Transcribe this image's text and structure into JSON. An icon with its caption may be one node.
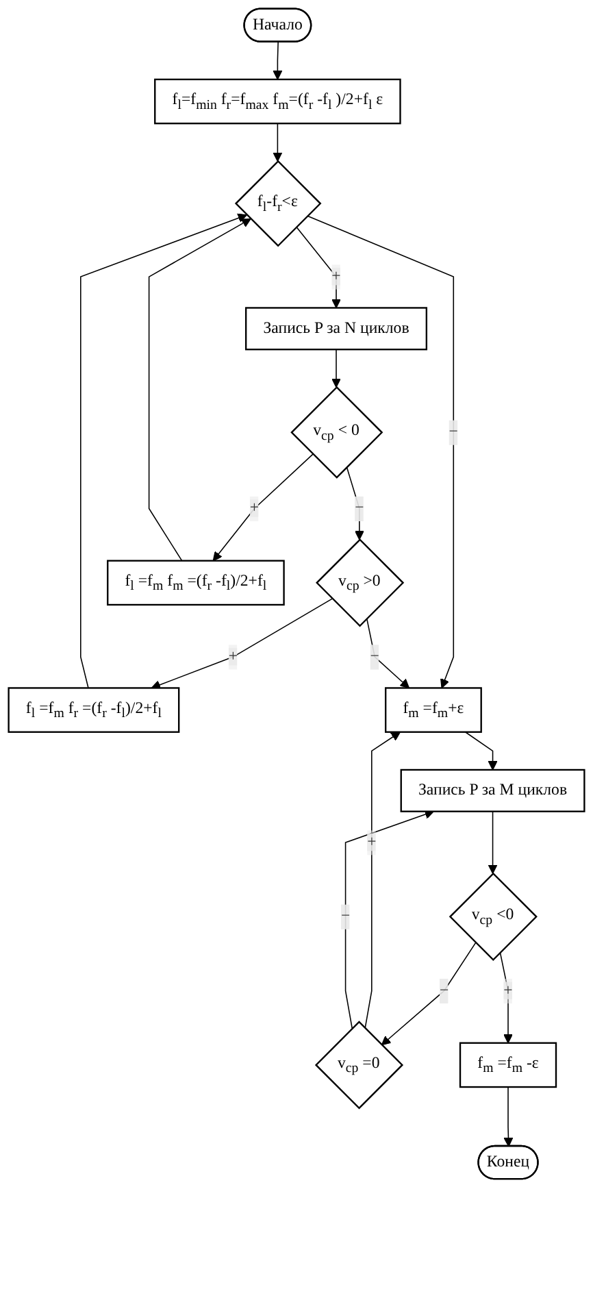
{
  "diagram": {
    "nodes": [
      {
        "text": [
          "Начало"
        ]
      },
      {
        "text": [
          "f$_{l}$=f$_{min}$ f$_{r}$=f$_{max}$ f$_{m}$=(f$_{r}$ -f$_{l}$ )/2+f$_{l}$ ε"
        ]
      },
      {
        "text": [
          "f$_{l}$-f$_{r}$<ε"
        ]
      },
      {
        "text": [
          "Запись P за N циклов"
        ]
      },
      {
        "text": [
          "v$_{cp}$ < 0"
        ]
      },
      {
        "text": [
          "v$_{cp}$ >0"
        ]
      },
      {
        "text": [
          "f$_{l}$ =f$_{m}$ f$_{m}$ =(f$_{r}$ -f$_{l}$)/2+f$_{l}$"
        ]
      },
      {
        "text": [
          "f$_{l}$ =f$_{m}$ f$_{r}$ =(f$_{r}$ -f$_{l}$)/2+f$_{l}$"
        ]
      },
      {
        "text": [
          "f$_{m}$ =f$_{m}$+ε"
        ]
      },
      {
        "text": [
          "Запись P за M циклов"
        ]
      },
      {
        "text": [
          "v$_{cp}$ <0"
        ]
      },
      {
        "text": [
          "v$_{cp}$ =0"
        ]
      },
      {
        "text": [
          "f$_{m}$ =f$_{m}$ -ε"
        ]
      },
      {
        "text": [
          "Конец"
        ]
      }
    ],
    "edges": [
      {
        "from": 0,
        "to": 1,
        "arrow": "to"
      },
      {
        "from": 1,
        "to": 2,
        "arrow": "to"
      },
      {
        "from": 2,
        "to": 3,
        "arrow": "to",
        "label": "+"
      },
      {
        "from": 2,
        "to": 8,
        "arrow": "to",
        "label": "−"
      },
      {
        "from": 3,
        "to": 4,
        "arrow": "to"
      },
      {
        "from": 4,
        "to": 5,
        "arrow": "to",
        "label": "−"
      },
      {
        "from": 4,
        "to": 6,
        "arrow": "to",
        "label": "+"
      },
      {
        "from": 5,
        "to": 8,
        "arrow": "to",
        "label": "−"
      },
      {
        "from": 5,
        "to": 7,
        "arrow": "to",
        "label": "+"
      },
      {
        "from": 7,
        "to": 2,
        "arrow": "to"
      },
      {
        "from": 6,
        "to": 2,
        "arrow": "to"
      },
      {
        "from": 8,
        "to": 9,
        "arrow": "to"
      },
      {
        "from": 9,
        "to": 10,
        "arrow": "to"
      },
      {
        "from": 10,
        "to": 11,
        "arrow": "to",
        "label": "−"
      },
      {
        "from": 10,
        "to": 12,
        "arrow": "to",
        "label": "+"
      },
      {
        "from": 12,
        "to": 13,
        "arrow": "to"
      },
      {
        "from": 11,
        "to": 8,
        "arrow": "to",
        "label": "+"
      },
      {
        "from": 11,
        "to": 9,
        "arrow": "to",
        "label": "−"
      }
    ]
  }
}
